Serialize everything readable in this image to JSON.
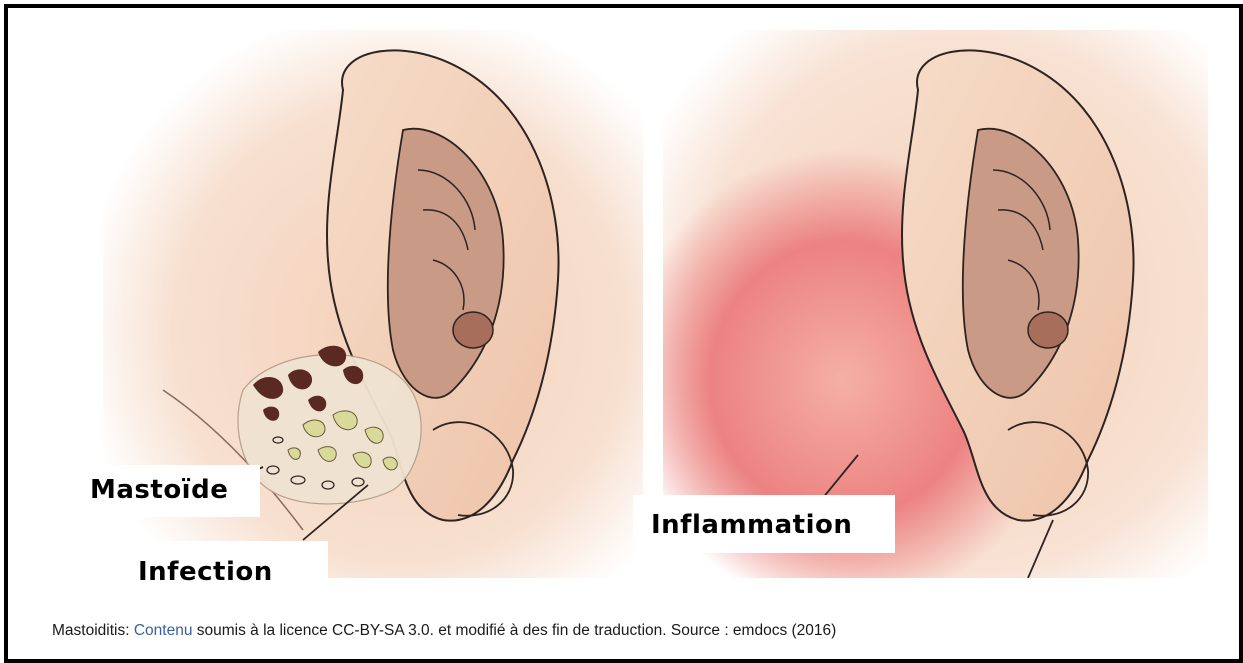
{
  "labels": {
    "mastoide": "Mastoïde",
    "infection": "Infection",
    "inflammation": "Inflammation"
  },
  "caption": {
    "prefix": "Mastoiditis: ",
    "link_text": "Contenu",
    "suffix": " soumis à la licence CC-BY-SA 3.0. et modifié à des fin de traduction. Source : emdocs (2016)"
  },
  "colors": {
    "frame_border": "#000000",
    "skin": "#f3d2bd",
    "inner_ear": "#c79a86",
    "inflammation": "#e96e6e",
    "pus": "#d9d99a",
    "necrosis": "#5a2a22",
    "link": "#3a5f9f"
  }
}
